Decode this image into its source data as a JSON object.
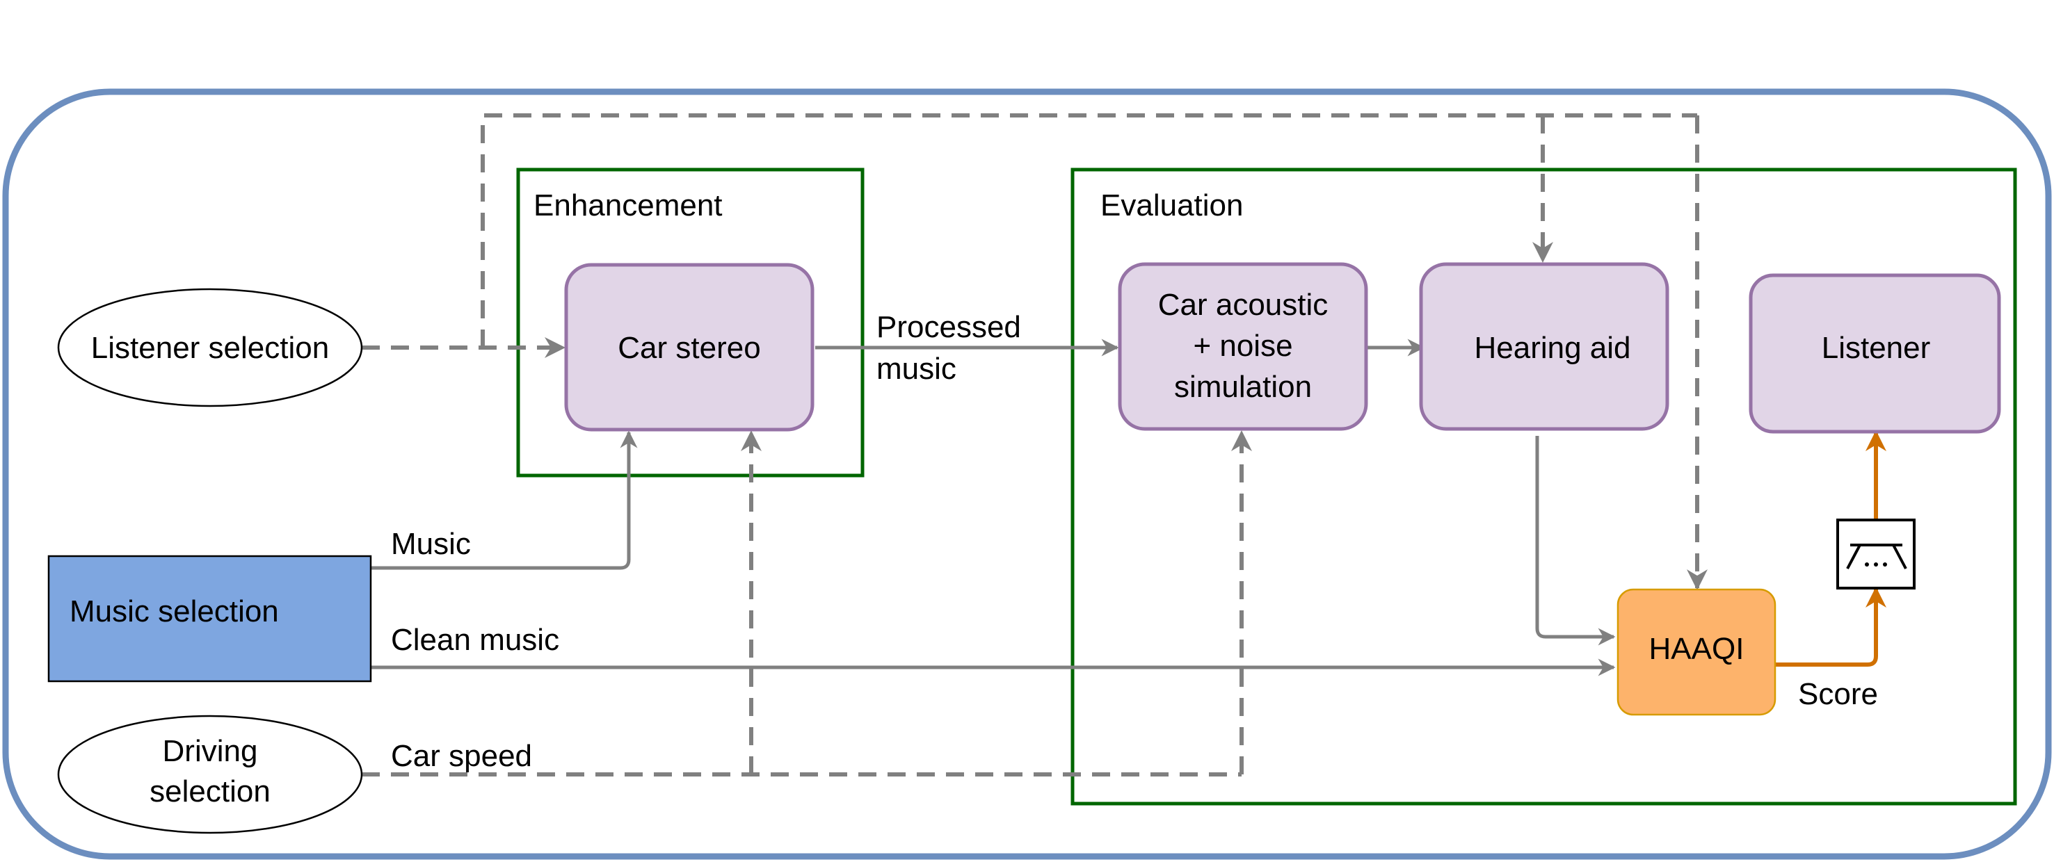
{
  "diagram": {
    "groups": {
      "enhancement": "Enhancement",
      "evaluation": "Evaluation"
    },
    "nodes": {
      "listener_selection": "Listener selection",
      "music_selection": "Music selection",
      "driving_selection_line1": "Driving",
      "driving_selection_line2": "selection",
      "car_stereo": "Car stereo",
      "car_acoustic_line1": "Car acoustic",
      "car_acoustic_line2": "+ noise",
      "car_acoustic_line3": "simulation",
      "hearing_aid": "Hearing aid",
      "listener": "Listener",
      "haaqi": "HAAQI"
    },
    "edge_labels": {
      "processed_line1": "Processed",
      "processed_line2": "music",
      "music": "Music",
      "clean_music": "Clean music",
      "car_speed": "Car speed",
      "score": "Score"
    },
    "colors": {
      "outer_border": "#6c8ebf",
      "group_border": "#006600",
      "process_fill": "#e1d5e7",
      "process_border": "#9673a6",
      "source_fill": "#7ea6e0",
      "haaqi_fill": "#fdb36b",
      "haaqi_border": "#d79b00",
      "arrow_gray": "#808080",
      "arrow_orange": "#d07000"
    },
    "icons": {
      "aggregation": "score-aggregation-icon"
    }
  }
}
